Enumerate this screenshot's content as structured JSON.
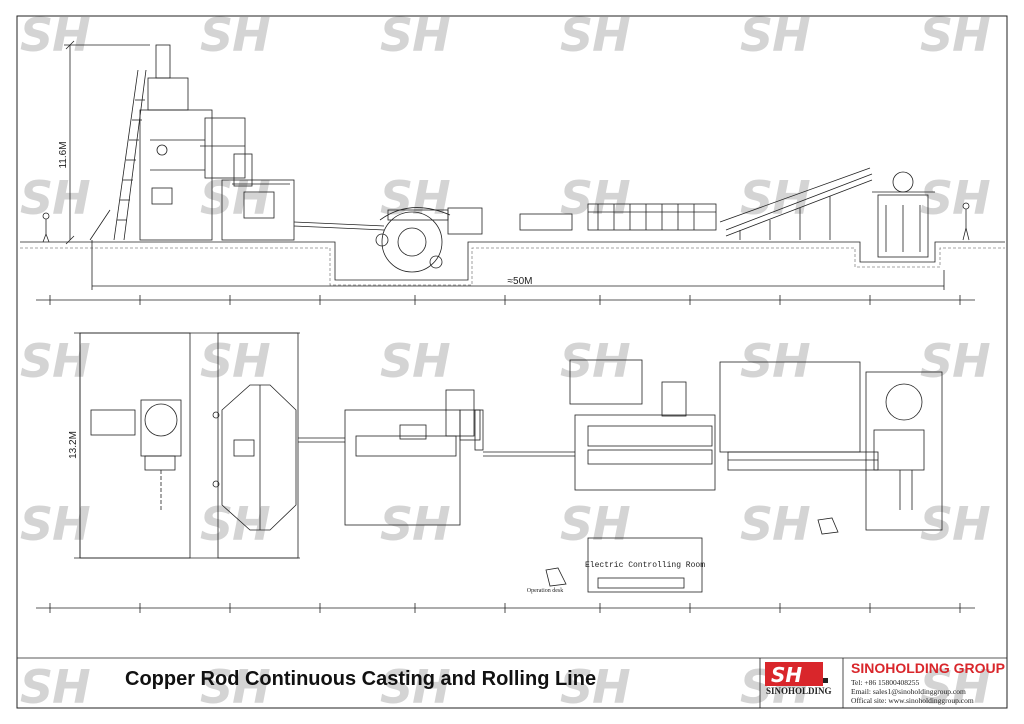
{
  "title": "Copper Rod Continuous Casting and Rolling Line",
  "watermark": "SH",
  "dimensions": {
    "height": "11.6M",
    "length": "≈50M",
    "width": "13.2M"
  },
  "labels": {
    "electric_room": "Electric Controlling Room",
    "operation_desk": "Operation desk"
  },
  "company": {
    "logo_text": "SINOHOLDING",
    "name": "SINOHOLDING GROUP",
    "tel": "Tel: +86 15800408255",
    "email": "Email: sales1@sinoholdinggroup.com",
    "site": "Offical site: www.sinoholdinggroup.com"
  },
  "colors": {
    "brand_red": "#d9262b",
    "watermark": "#d4d4d4",
    "line": "#222222"
  }
}
